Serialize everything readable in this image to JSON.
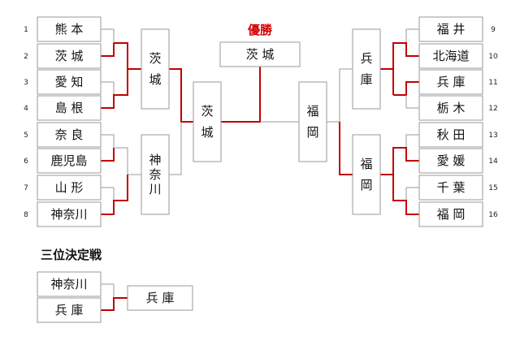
{
  "title": "優勝",
  "champion": "茨 城",
  "third_place_title": "三位決定戦",
  "left_teams": [
    {
      "num": "1",
      "name": "熊 本"
    },
    {
      "num": "2",
      "name": "茨 城"
    },
    {
      "num": "3",
      "name": "愛 知"
    },
    {
      "num": "4",
      "name": "島 根"
    },
    {
      "num": "5",
      "name": "奈 良"
    },
    {
      "num": "6",
      "name": "鹿児島"
    },
    {
      "num": "7",
      "name": "山 形"
    },
    {
      "num": "8",
      "name": "神奈川"
    }
  ],
  "right_teams": [
    {
      "num": "9",
      "name": "福 井"
    },
    {
      "num": "10",
      "name": "北海道"
    },
    {
      "num": "11",
      "name": "兵 庫"
    },
    {
      "num": "12",
      "name": "栃 木"
    },
    {
      "num": "13",
      "name": "秋 田"
    },
    {
      "num": "14",
      "name": "愛 媛"
    },
    {
      "num": "15",
      "name": "千 葉"
    },
    {
      "num": "16",
      "name": "福 岡"
    }
  ],
  "left_semis": [
    "茨城",
    "神奈川"
  ],
  "right_semis": [
    "兵庫",
    "福岡"
  ],
  "finalists": [
    "茨城",
    "福岡"
  ],
  "third_place": {
    "teams": [
      "神奈川",
      "兵 庫"
    ],
    "winner": "兵 庫"
  },
  "colors": {
    "winner_line": "#c00000",
    "line": "#9a9a9a",
    "title": "#d00000"
  }
}
